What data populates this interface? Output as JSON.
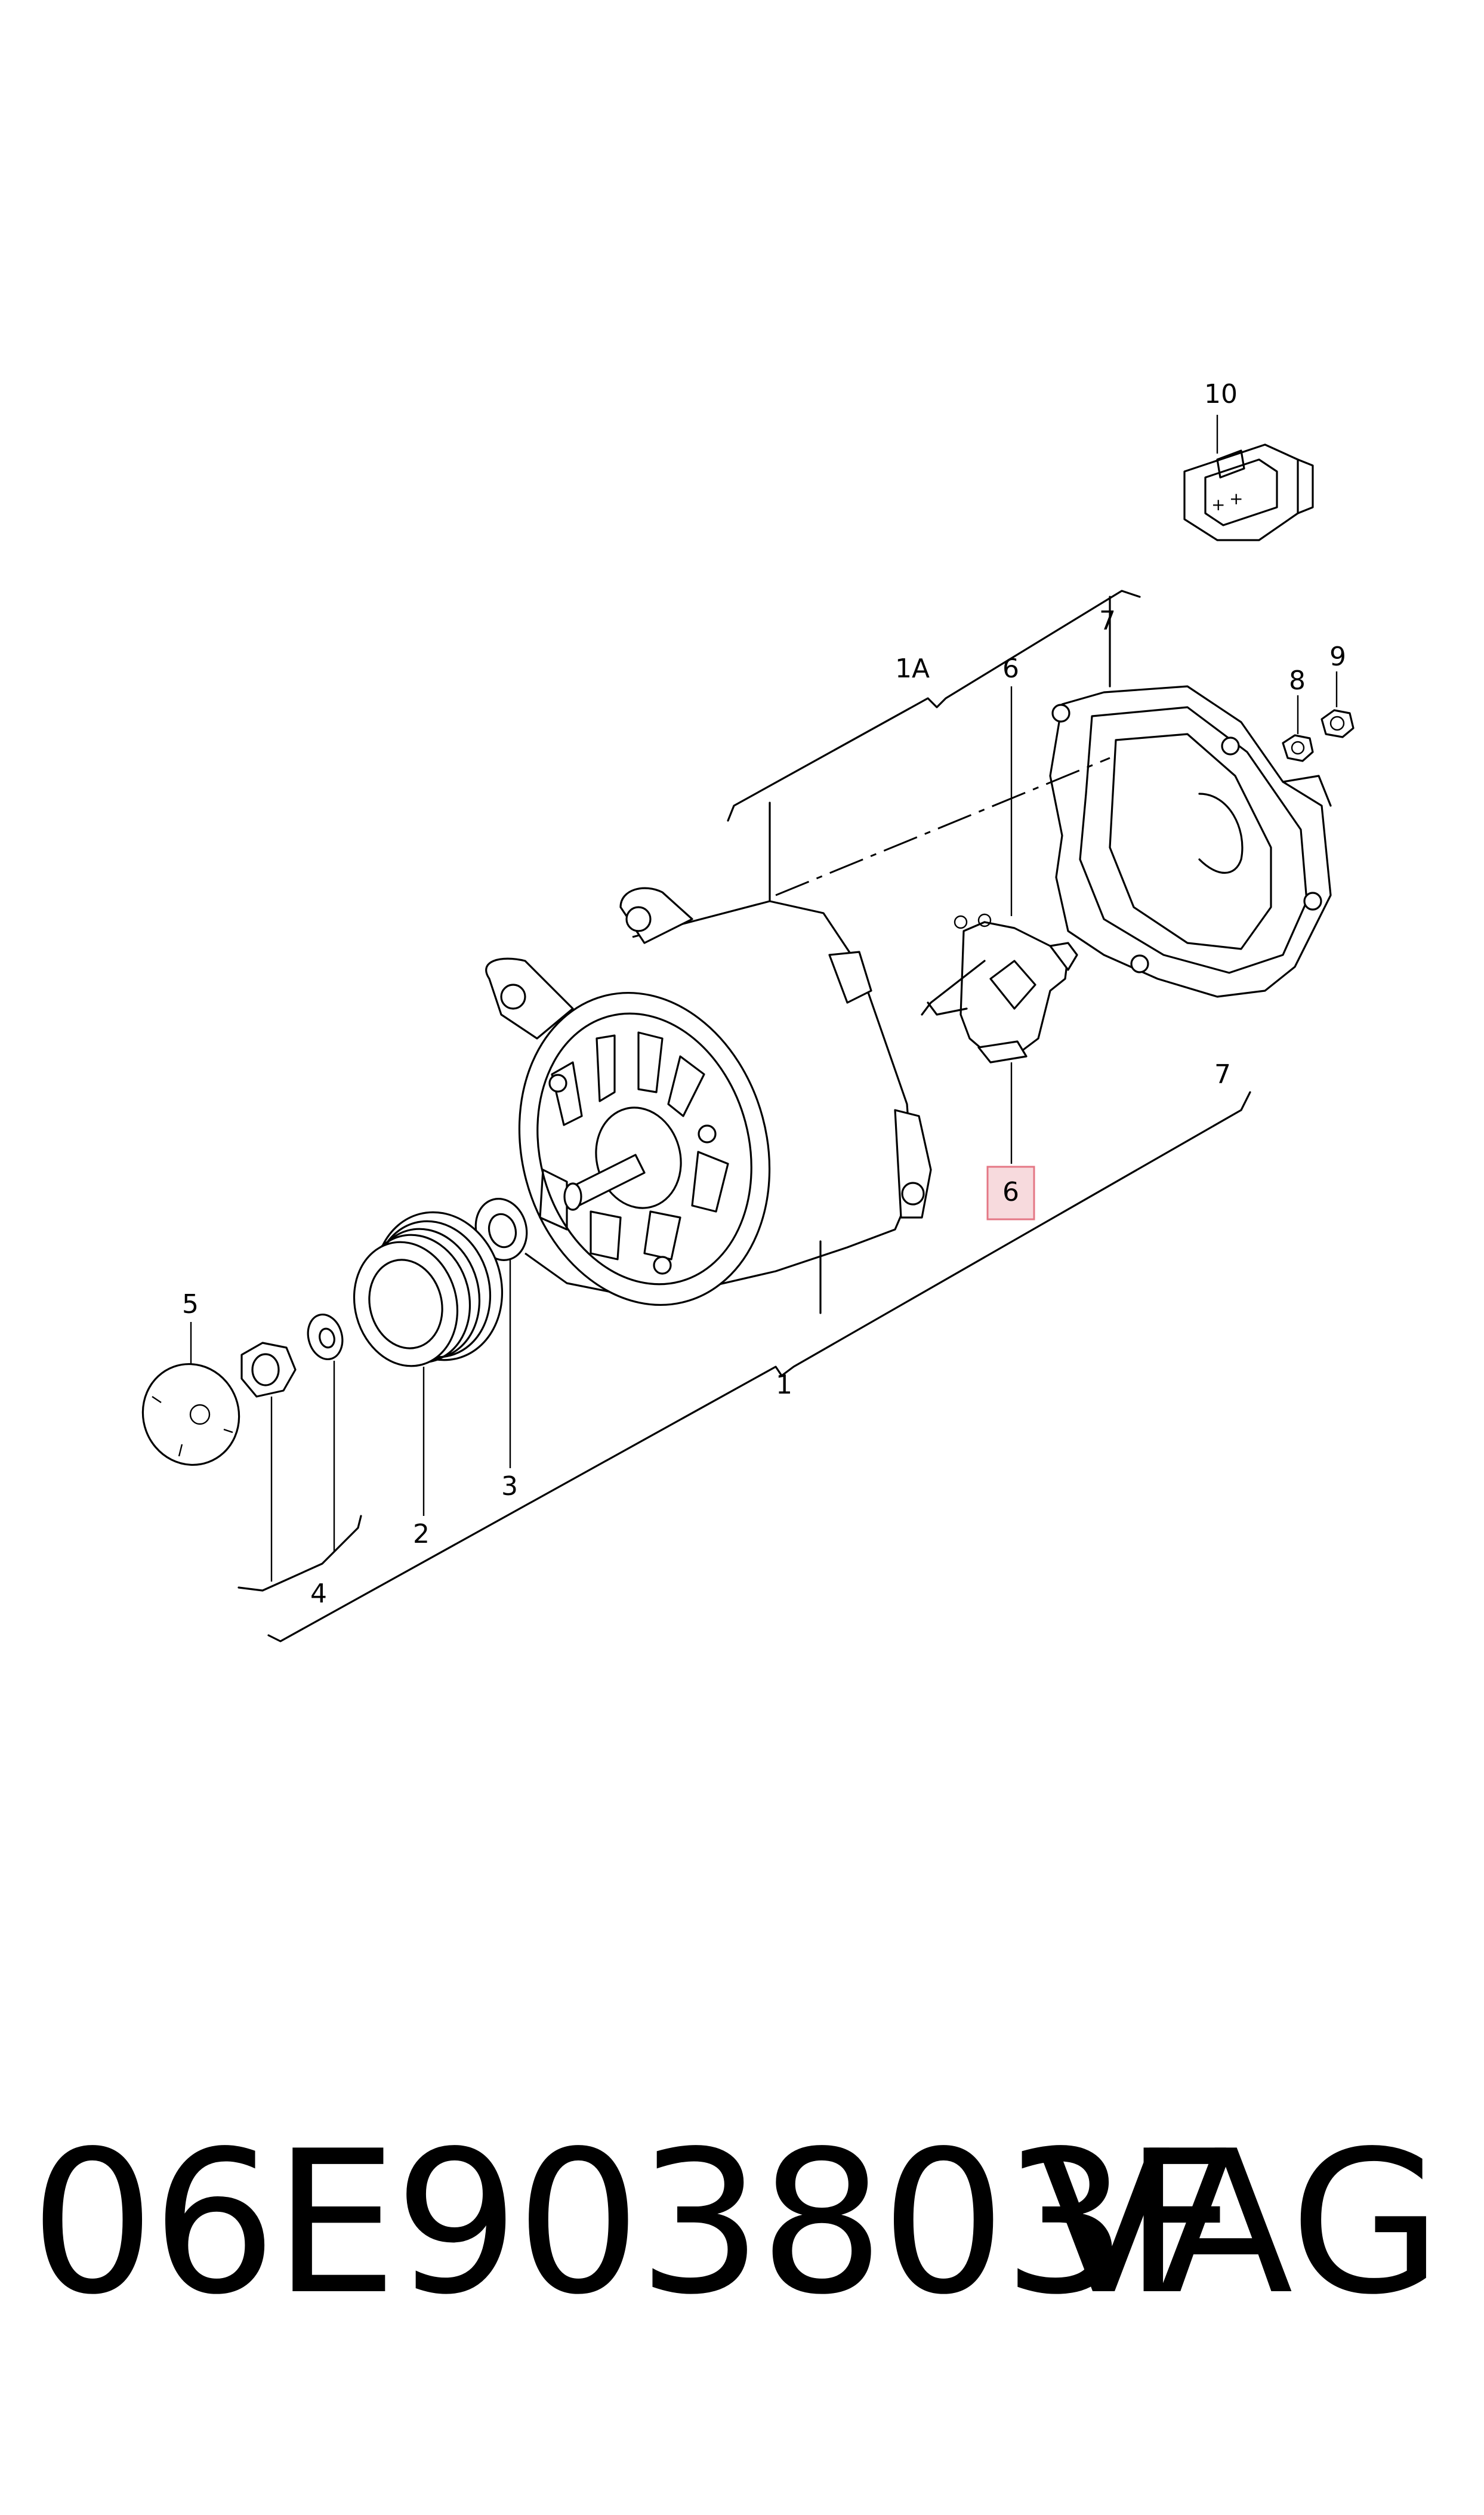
{
  "diagram": {
    "callouts": [
      {
        "id": "c10",
        "text": "10"
      },
      {
        "id": "c7top",
        "text": "7"
      },
      {
        "id": "c1a",
        "text": "1A"
      },
      {
        "id": "c6top",
        "text": "6"
      },
      {
        "id": "c8",
        "text": "8"
      },
      {
        "id": "c9",
        "text": "9"
      },
      {
        "id": "c7bot",
        "text": "7"
      },
      {
        "id": "c6bot",
        "text": "6"
      },
      {
        "id": "c5",
        "text": "5"
      },
      {
        "id": "c1",
        "text": "1"
      },
      {
        "id": "c3",
        "text": "3"
      },
      {
        "id": "c2",
        "text": "2"
      },
      {
        "id": "c4",
        "text": "4"
      }
    ],
    "highlighted_callout": "6"
  },
  "footer": {
    "part_number": "06E903803F",
    "brand": "VAG"
  }
}
